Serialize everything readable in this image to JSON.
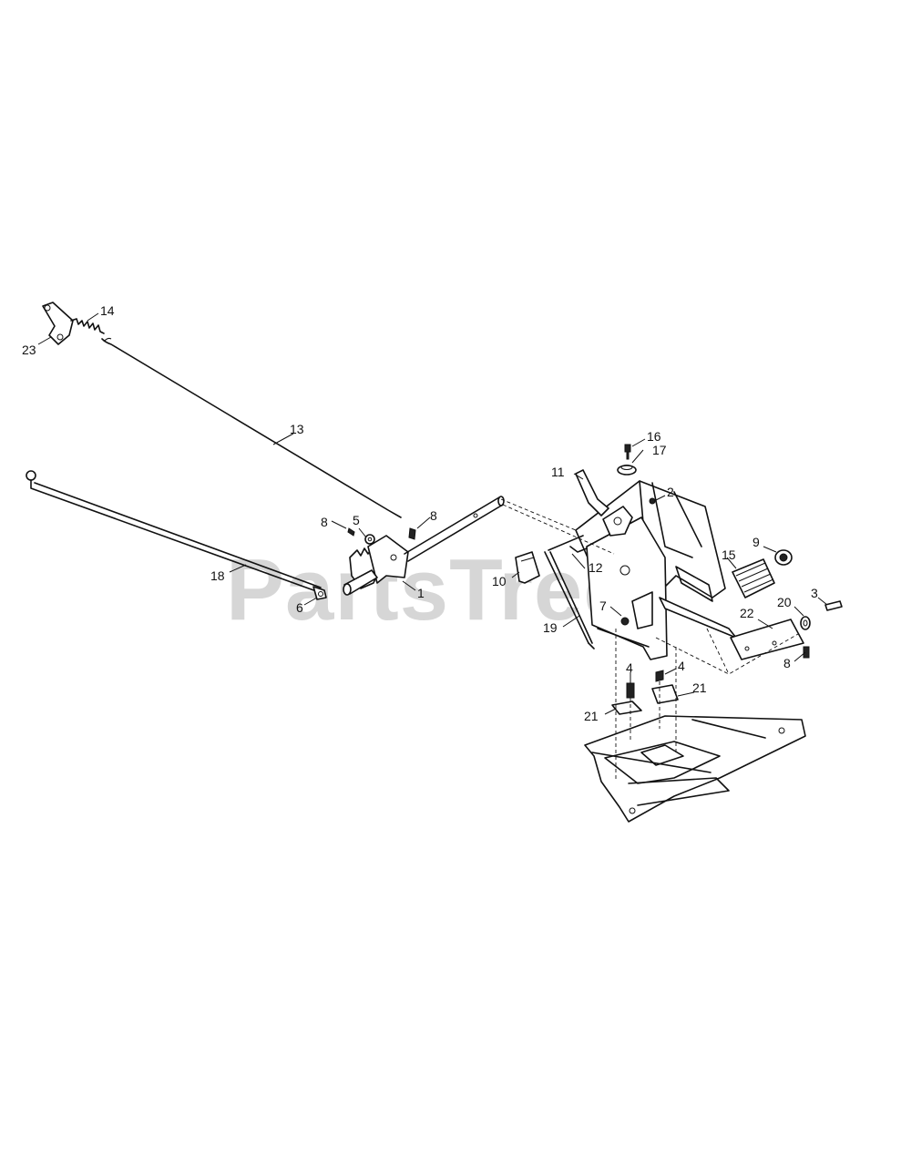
{
  "watermark": "PartsTree",
  "callouts": [
    {
      "id": "c23",
      "text": "23"
    },
    {
      "id": "c14",
      "text": "14"
    },
    {
      "id": "c13",
      "text": "13"
    },
    {
      "id": "c18",
      "text": "18"
    },
    {
      "id": "c6",
      "text": "6"
    },
    {
      "id": "c8a",
      "text": "8"
    },
    {
      "id": "c5",
      "text": "5"
    },
    {
      "id": "c8b",
      "text": "8"
    },
    {
      "id": "c1",
      "text": "1"
    },
    {
      "id": "c10",
      "text": "10"
    },
    {
      "id": "c12",
      "text": "12"
    },
    {
      "id": "c19",
      "text": "19"
    },
    {
      "id": "c7",
      "text": "7"
    },
    {
      "id": "c11",
      "text": "11"
    },
    {
      "id": "c16",
      "text": "16"
    },
    {
      "id": "c17",
      "text": "17"
    },
    {
      "id": "c2",
      "text": "2"
    },
    {
      "id": "c9",
      "text": "9"
    },
    {
      "id": "c15",
      "text": "15"
    },
    {
      "id": "c3",
      "text": "3"
    },
    {
      "id": "c20",
      "text": "20"
    },
    {
      "id": "c22",
      "text": "22"
    },
    {
      "id": "c8c",
      "text": "8"
    },
    {
      "id": "c4a",
      "text": "4"
    },
    {
      "id": "c4b",
      "text": "4"
    },
    {
      "id": "c21a",
      "text": "21"
    },
    {
      "id": "c21b",
      "text": "21"
    }
  ]
}
